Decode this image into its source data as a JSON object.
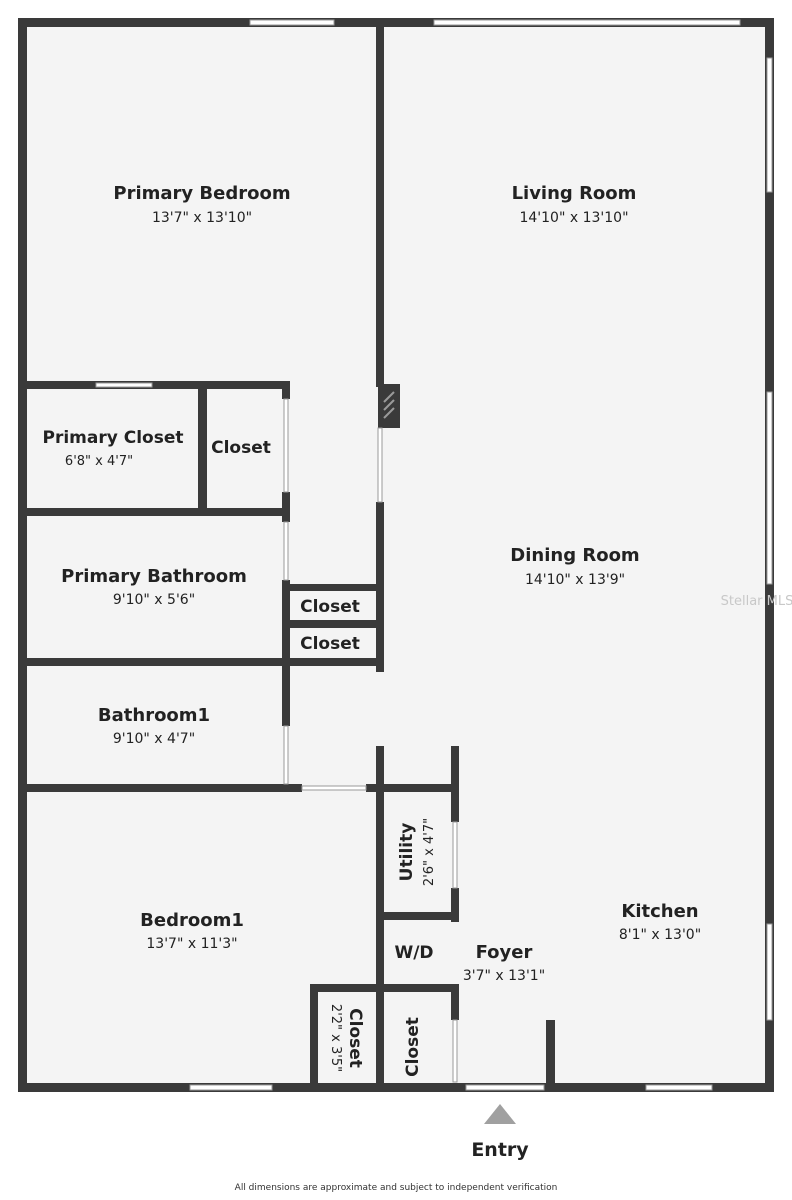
{
  "rooms": {
    "primary_bedroom": {
      "name": "Primary Bedroom",
      "dims": "13'7\" x 13'10\""
    },
    "living_room": {
      "name": "Living Room",
      "dims": "14'10\" x 13'10\""
    },
    "primary_closet": {
      "name": "Primary Closet",
      "dims": "6'8\" x 4'7\""
    },
    "closet_a": {
      "name": "Closet"
    },
    "dining_room": {
      "name": "Dining Room",
      "dims": "14'10\" x 13'9\""
    },
    "primary_bathroom": {
      "name": "Primary Bathroom",
      "dims": "9'10\" x 5'6\""
    },
    "closet_b": {
      "name": "Closet"
    },
    "closet_c": {
      "name": "Closet"
    },
    "bathroom1": {
      "name": "Bathroom1",
      "dims": "9'10\" x 4'7\""
    },
    "utility": {
      "name": "Utility",
      "dims": "2'6\" x 4'7\""
    },
    "bedroom1": {
      "name": "Bedroom1",
      "dims": "13'7\" x 11'3\""
    },
    "kitchen": {
      "name": "Kitchen",
      "dims": "8'1\" x 13'0\""
    },
    "wd": {
      "name": "W/D"
    },
    "foyer": {
      "name": "Foyer",
      "dims": "3'7\" x 13'1\""
    },
    "closet_d": {
      "name": "Closet",
      "dims": "2'2\" x 3'5\""
    },
    "closet_e": {
      "name": "Closet"
    }
  },
  "entry_label": "Entry",
  "watermark": "Stellar MLS",
  "disclaimer": "All dimensions are approximate and subject to independent verification",
  "colors": {
    "wall": "#3a3a3a",
    "floor": "#f4f4f4",
    "window": "#ffffff",
    "entry_arrow": "#a0a0a0"
  }
}
